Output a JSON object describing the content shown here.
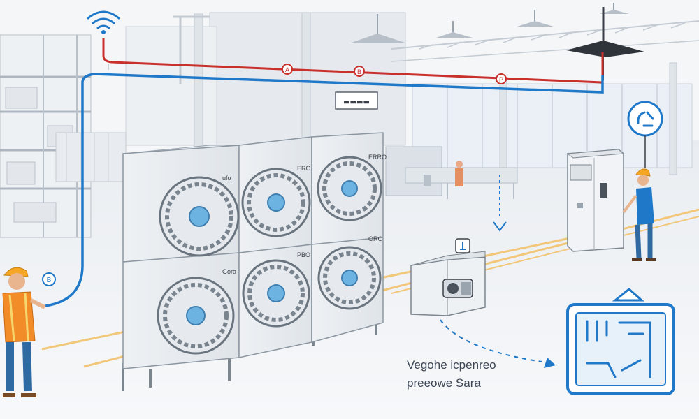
{
  "diagram": {
    "units": [
      {
        "label": "ufo"
      },
      {
        "label": "ERO"
      },
      {
        "label": "ERRO"
      },
      {
        "label": "Gora"
      },
      {
        "label": "PBO"
      },
      {
        "label": "ORO"
      }
    ],
    "line_markers": {
      "red": [
        "A",
        "B"
      ],
      "blue": [
        "P"
      ]
    },
    "worker_marker": "B",
    "wall_sign": "▬▬▬▬",
    "caption": {
      "line1": "Vegohe icpenreo",
      "line2": "preeowe Sara"
    },
    "colors": {
      "control_line": "#c9302c",
      "data_line": "#1f78c8",
      "fan_hub": "#6db3e2",
      "hi_vis_vest": "#f28c28",
      "hard_hat": "#f5a623"
    },
    "icons": [
      "wifi-icon",
      "recycle-icon",
      "map-panel-icon",
      "info-tag-icon"
    ]
  }
}
